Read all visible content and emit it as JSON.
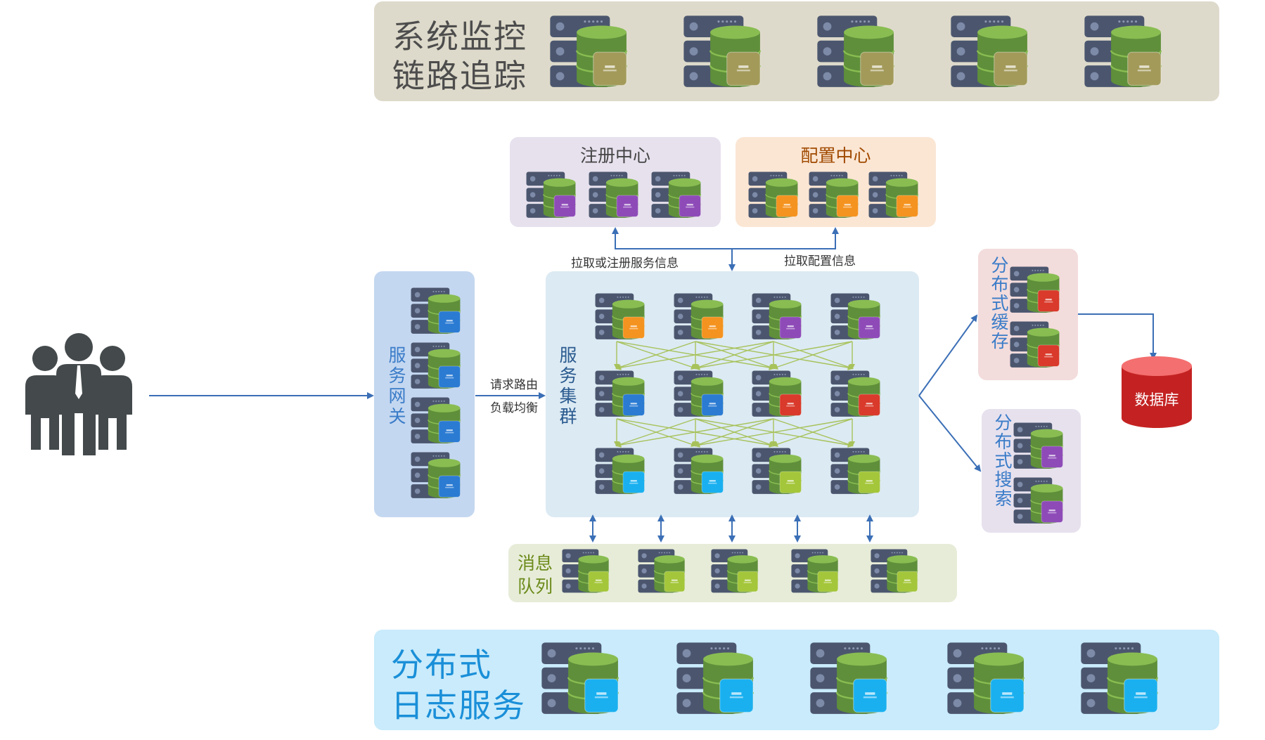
{
  "monitor": {
    "line1": "系统监控",
    "line2": "链路追踪",
    "bg": "#dedacb",
    "module": "#a39a5a"
  },
  "registry": {
    "title": "注册中心",
    "bg": "#e7e1ee",
    "module": "#8e4bb8"
  },
  "config": {
    "title": "配置中心",
    "bg": "#fbe6d4",
    "module": "#f59320"
  },
  "gateway": {
    "title": "服务网关",
    "bg": "#c4d7f0",
    "module": "#2b7bd3"
  },
  "cluster": {
    "title": "服务集群",
    "bg": "#dceaf3"
  },
  "cache": {
    "title": "分布式缓存",
    "bg": "#f3dcdc",
    "module": "#d93a2b"
  },
  "search": {
    "title": "分布式搜索",
    "bg": "#e7e1ee",
    "module": "#8e4bb8"
  },
  "database": {
    "label": "数据库",
    "color": "#d42b2b"
  },
  "mq": {
    "line1": "消息",
    "line2": "队列",
    "bg": "#e7ecd8",
    "module": "#a4c63a"
  },
  "logging": {
    "line1": "分布式",
    "line2": "日志服务",
    "bg": "#c9ebfb",
    "module": "#1ab0f0"
  },
  "edges": {
    "routing_line1": "请求路由",
    "routing_line2": "负载均衡",
    "register_pull": "拉取或注册服务信息",
    "config_pull": "拉取配置信息"
  },
  "users_icon": "users-group-icon",
  "colors": {
    "orange": "#f59320",
    "purple": "#8e4bb8",
    "blue": "#2b7bd3",
    "red": "#d93a2b",
    "cyan": "#1ab0f0",
    "lime": "#a4c63a",
    "arrow": "#3b6fb6",
    "mesh": "#a7c25a"
  }
}
